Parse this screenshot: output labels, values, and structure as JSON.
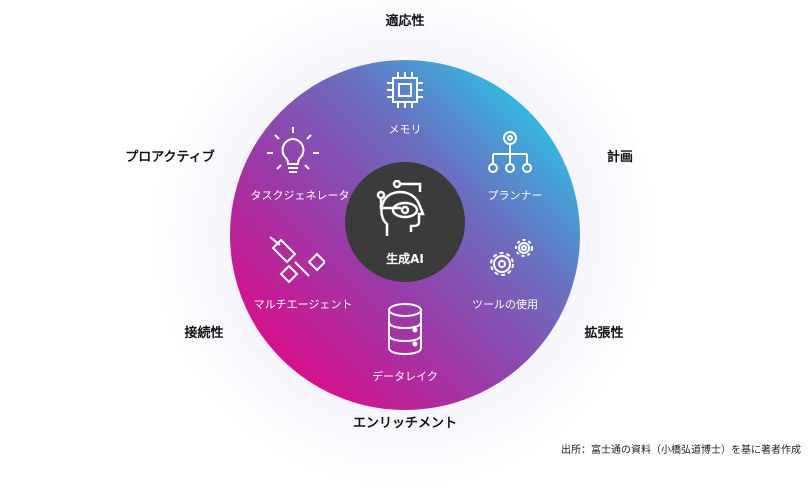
{
  "outer_labels": {
    "top": "適応性",
    "top_right": "計画",
    "right": "拡張性",
    "bottom": "エンリッチメント",
    "left": "接続性",
    "top_left": "プロアクティブ"
  },
  "inner_items": {
    "memory": "メモリ",
    "planner": "プランナー",
    "tools": "ツールの使用",
    "datalake": "データレイク",
    "multiagent": "マルチエージェント",
    "taskgen": "タスクジェネレータ"
  },
  "center": "生成AI",
  "source": "出所：富士通の資料（小橋弘道博士）を基に著者作成",
  "colors": {
    "cyan": "#10e8f4",
    "magenta": "#e00a86",
    "core": "#3b3b3b"
  }
}
